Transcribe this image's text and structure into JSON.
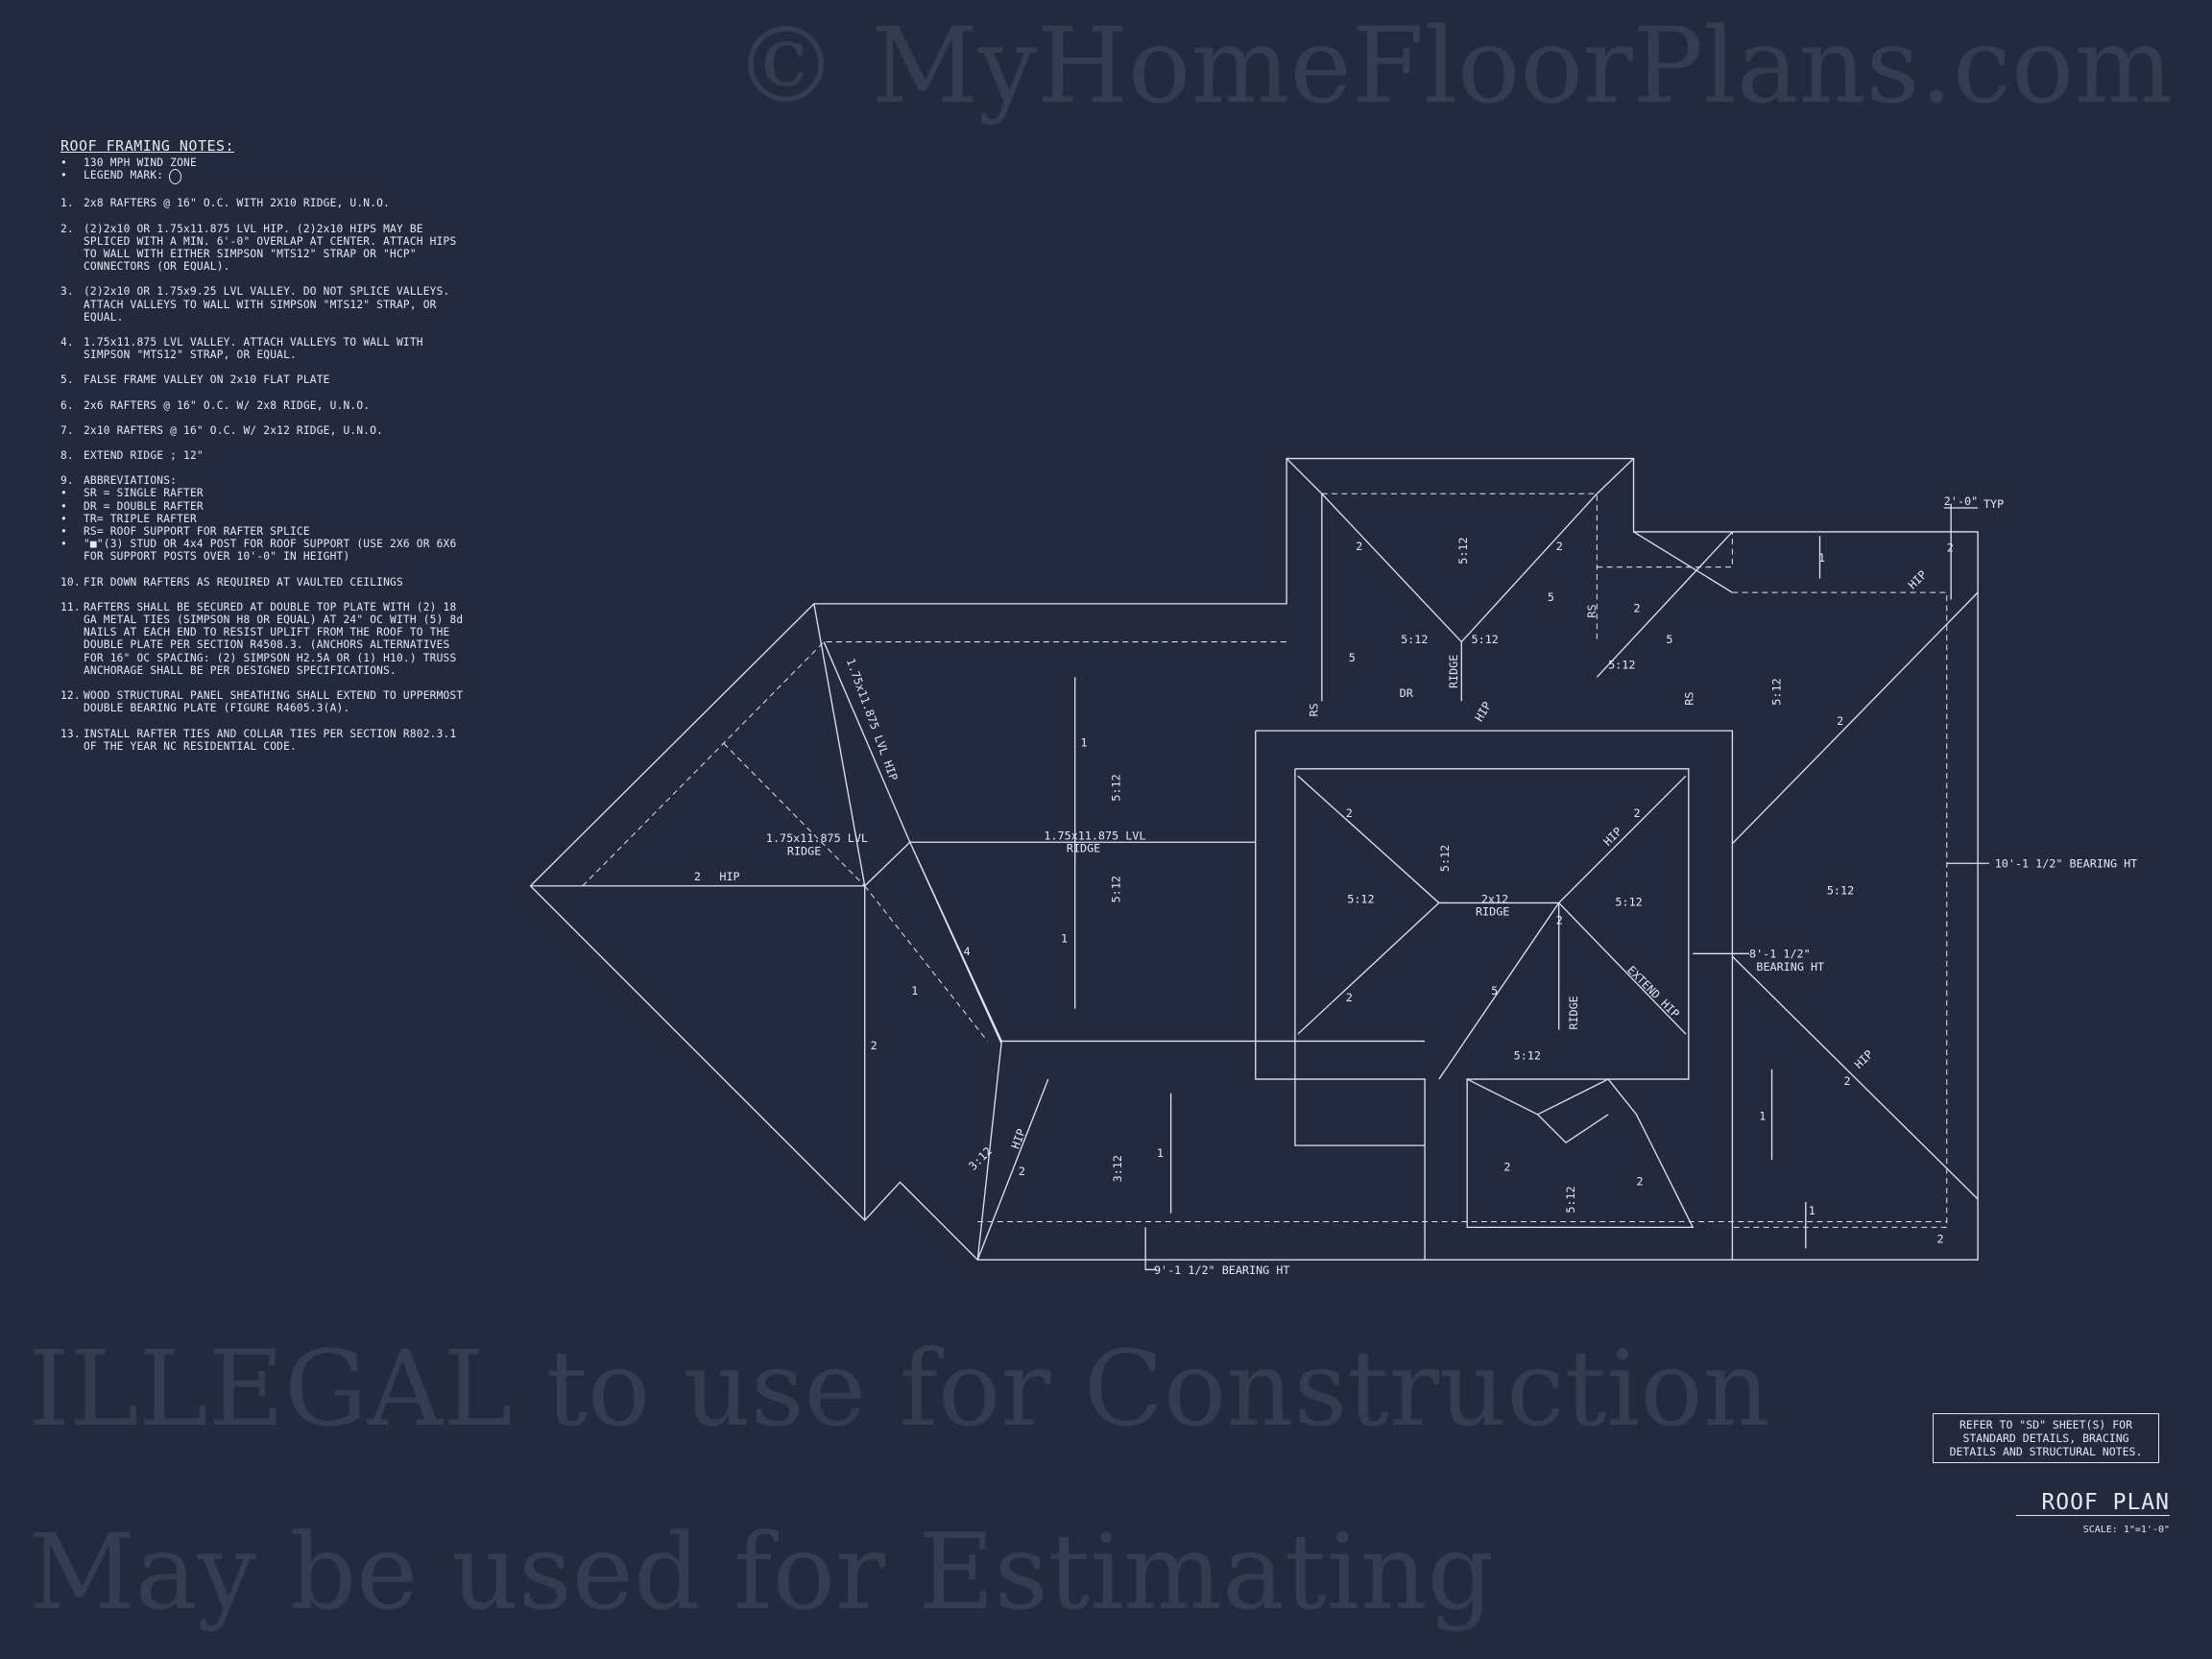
{
  "notes": {
    "title": "ROOF FRAMING NOTES:",
    "bullets": [
      "130 MPH WIND ZONE",
      "LEGEND MARK:"
    ],
    "items": [
      {
        "num": "1.",
        "text": "2x8 RAFTERS @ 16\" O.C. WITH 2X10 RIDGE, U.N.O."
      },
      {
        "num": "2.",
        "text": "(2)2x10 OR 1.75x11.875 LVL HIP. (2)2x10 HIPS MAY BE SPLICED WITH A MIN. 6'-0\" OVERLAP AT CENTER. ATTACH HIPS TO WALL WITH EITHER SIMPSON \"MTS12\" STRAP OR \"HCP\" CONNECTORS (OR EQUAL)."
      },
      {
        "num": "3.",
        "text": "(2)2x10 OR 1.75x9.25 LVL VALLEY. DO NOT SPLICE VALLEYS. ATTACH VALLEYS TO WALL WITH SIMPSON \"MTS12\" STRAP, OR EQUAL."
      },
      {
        "num": "4.",
        "text": "1.75x11.875 LVL VALLEY. ATTACH VALLEYS TO WALL WITH SIMPSON \"MTS12\" STRAP, OR EQUAL."
      },
      {
        "num": "5.",
        "text": "FALSE FRAME VALLEY ON 2x10 FLAT PLATE"
      },
      {
        "num": "6.",
        "text": "2x6 RAFTERS @ 16\" O.C. W/ 2x8 RIDGE, U.N.O."
      },
      {
        "num": "7.",
        "text": "2x10 RAFTERS @ 16\" O.C. W/ 2x12 RIDGE, U.N.O."
      },
      {
        "num": "8.",
        "text": "EXTEND RIDGE ; 12\""
      },
      {
        "num": "9.",
        "text": "ABBREVIATIONS:"
      }
    ],
    "abbreviations": [
      "SR = SINGLE RAFTER",
      "DR = DOUBLE RAFTER",
      "TR= TRIPLE RAFTER",
      "RS= ROOF SUPPORT FOR RAFTER SPLICE",
      "\"■\"(3) STUD OR 4x4 POST FOR ROOF SUPPORT (USE 2X6 OR 6X6 FOR SUPPORT POSTS OVER 10'-0\" IN HEIGHT)"
    ],
    "items2": [
      {
        "num": "10.",
        "text": "FIR DOWN RAFTERS AS REQUIRED AT VAULTED CEILINGS"
      },
      {
        "num": "11.",
        "text": "RAFTERS SHALL BE SECURED AT DOUBLE TOP PLATE WITH (2) 18 GA METAL TIES (SIMPSON H8 OR EQUAL) AT 24\" OC WITH (5) 8d NAILS AT EACH END TO RESIST UPLIFT FROM THE ROOF TO THE DOUBLE PLATE PER SECTION R4508.3. (ANCHORS ALTERNATIVES FOR 16\" OC SPACING: (2) SIMPSON H2.5A OR (1) H10.) TRUSS ANCHORAGE SHALL BE PER DESIGNED SPECIFICATIONS."
      },
      {
        "num": "12.",
        "text": "WOOD STRUCTURAL PANEL SHEATHING SHALL EXTEND TO UPPERMOST DOUBLE BEARING PLATE (FIGURE R4605.3(A)."
      },
      {
        "num": "13.",
        "text": "INSTALL RAFTER TIES AND COLLAR TIES PER SECTION R802.3.1 OF THE YEAR NC RESIDENTIAL CODE."
      }
    ]
  },
  "plan": {
    "labels": {
      "lvl_hip": "1.75x11.875 LVL HIP",
      "lvl_ridge": "1.75x11.875 LVL",
      "ridge": "RIDGE",
      "hip": "HIP",
      "dr": "DR",
      "rs": "RS",
      "ridge_2x12": "2x12",
      "extend_hip": "EXTEND HIP",
      "pitch": "5:12",
      "pitch_3": "3:12",
      "overhang": "2'-0\"",
      "typ": "TYP",
      "bearing_10": "10'-1 1/2\" BEARING HT",
      "bearing_8a": "8'-1 1/2\"",
      "bearing_8b": "BEARING HT",
      "bearing_9": "9'-1 1/2\" BEARING HT",
      "m1": "1",
      "m2": "2",
      "m4": "4",
      "m5": "5"
    }
  },
  "watermark": [
    "© MyHomeFloorPlans.com",
    "ILLEGAL to use for Construction",
    "May be used for Estimating"
  ],
  "reference_note": [
    "REFER TO \"SD\" SHEET(S) FOR",
    "STANDARD DETAILS, BRACING",
    "DETAILS AND STRUCTURAL NOTES."
  ],
  "sheet": {
    "title": "ROOF PLAN",
    "scale": "SCALE: 1\"=1'-0\""
  }
}
